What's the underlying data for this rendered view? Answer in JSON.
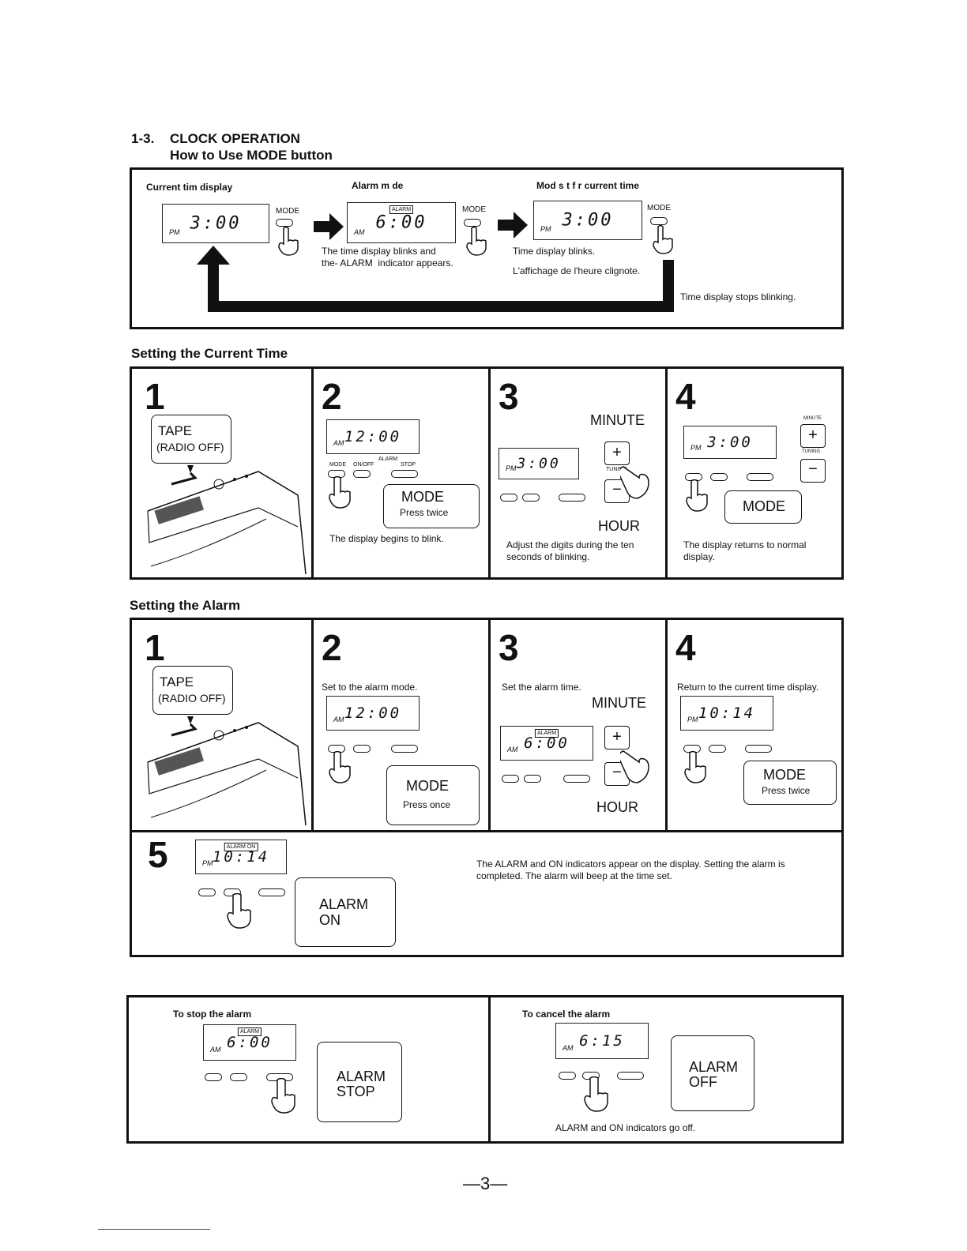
{
  "section": {
    "number": "1-3.",
    "title": "CLOCK OPERATION",
    "subtitle": "How to Use MODE button"
  },
  "mode_box": {
    "label1": "Current tim  display",
    "label2": "Alarm m  de",
    "label3": "Mod  s  t f  r current time",
    "lcd1": {
      "ampm": "PM",
      "time": "3:00"
    },
    "lcd2": {
      "ampm": "AM",
      "time": "6:00",
      "indicator": "ALARM"
    },
    "lcd3": {
      "ampm": "PM",
      "time": "3:00"
    },
    "mode": "MODE",
    "note2": "The time display blinks and\nthe- ALARM  indicator appears.",
    "note3a": "Time display blinks.",
    "note3b": "L'affichage de l'heure clignote.",
    "note4": "Time display stops blinking."
  },
  "setting_time": {
    "heading": "Setting the Current Time",
    "s1": {
      "n": "1",
      "tape": "TAPE",
      "radio": "(RADIO OFF)"
    },
    "s2": {
      "n": "2",
      "lcd_ampm": "AM",
      "lcd_time": "12:00",
      "mode": "MODE",
      "press": "Press twice",
      "caption": "The display begins to blink."
    },
    "s3": {
      "n": "3",
      "minute": "MINUTE",
      "hour": "HOUR",
      "lcd_ampm": "PM",
      "lcd_time": "3:00",
      "caption": "Adjust the digits during the ten\nseconds of blinking."
    },
    "s4": {
      "n": "4",
      "lcd_ampm": "PM",
      "lcd_time": "3:00",
      "mode": "MODE",
      "caption": "The display returns to normal\ndisplay."
    }
  },
  "setting_alarm": {
    "heading": "Setting the Alarm",
    "s1": {
      "n": "1",
      "tape": "TAPE",
      "radio": "(RADIO OFF)"
    },
    "s2": {
      "n": "2",
      "text": "Set to the alarm mode.",
      "lcd_ampm": "AM",
      "lcd_time": "12:00",
      "mode": "MODE",
      "press": "Press once"
    },
    "s3": {
      "n": "3",
      "text": "Set the alarm time.",
      "minute": "MINUTE",
      "hour": "HOUR",
      "lcd_ampm": "AM",
      "lcd_time": "6:00",
      "indicator": "ALARM"
    },
    "s4": {
      "n": "4",
      "text": "Return to the current time display.",
      "lcd_ampm": "PM",
      "lcd_time": "10:14",
      "mode": "MODE",
      "press": "Press twice"
    },
    "s5": {
      "n": "5",
      "lcd_ampm": "PM",
      "lcd_time": "10:14",
      "indicator": "ALARM ON",
      "callout1": "ALARM",
      "callout2": "ON",
      "caption": "The ALARM and ON indicators appear on the display. Setting the alarm is\ncompleted. The alarm will beep at the time set."
    }
  },
  "stop_cancel": {
    "stop": {
      "title": "To stop the alarm",
      "lcd_ampm": "AM",
      "lcd_time": "6:00",
      "indicator": "ALARM",
      "callout1": "ALARM",
      "callout2": "STOP"
    },
    "cancel": {
      "title": "To cancel the alarm",
      "lcd_ampm": "AM",
      "lcd_time": "6:15",
      "callout1": "ALARM",
      "callout2": "OFF",
      "caption": "ALARM and ON indicators go off."
    }
  },
  "buttons": {
    "mode": "MODE",
    "onoff": "ON/OFF",
    "stop": "STOP",
    "alarm": "ALARM",
    "tuning": "TUNING",
    "minute": "MINUTE",
    "hour": "HOUR"
  },
  "page_number": "—3—"
}
